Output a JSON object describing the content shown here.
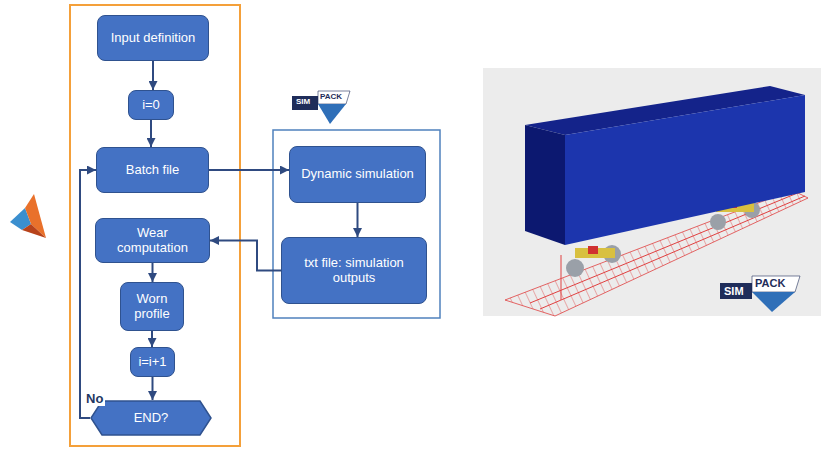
{
  "diagram": {
    "nodes": [
      {
        "text": [
          "Input definition"
        ]
      },
      {
        "text": [
          "i=0"
        ]
      },
      {
        "text": [
          "Batch file"
        ]
      },
      {
        "text": [
          "Wear computation"
        ]
      },
      {
        "text": [
          "Worn profile"
        ]
      },
      {
        "text": [
          "i=i+1"
        ]
      },
      {
        "text": [
          "END?"
        ]
      },
      {
        "text": [
          "Dynamic simulation"
        ]
      },
      {
        "text": [
          "txt file: simulation outputs"
        ]
      }
    ],
    "edges": [
      {
        "from": 0,
        "to": 1,
        "arrow": "to"
      },
      {
        "from": 1,
        "to": 2,
        "arrow": "to"
      },
      {
        "from": 2,
        "to": 7,
        "arrow": "to"
      },
      {
        "from": 7,
        "to": 8,
        "arrow": "to"
      },
      {
        "from": 8,
        "to": 3,
        "arrow": "to"
      },
      {
        "from": 3,
        "to": 4,
        "arrow": "to"
      },
      {
        "from": 4,
        "to": 5,
        "arrow": "to"
      },
      {
        "from": 5,
        "to": 6,
        "arrow": "to"
      },
      {
        "from": 6,
        "to": 2,
        "label": "No",
        "arrow": "to"
      }
    ],
    "labels": [
      "SIM",
      "PACK",
      "SIM",
      "PACK"
    ]
  }
}
